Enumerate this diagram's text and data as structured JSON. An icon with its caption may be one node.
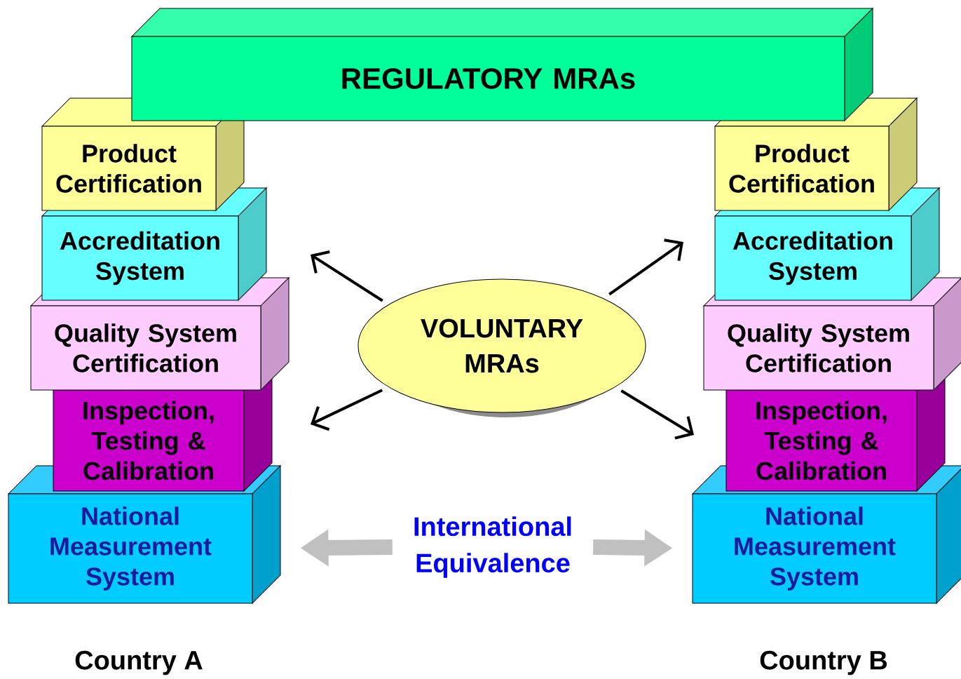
{
  "diagram": {
    "nodes": [
      {
        "text": [
          "REGULATORY MRAs"
        ]
      },
      {
        "text": [
          "Product Certification"
        ]
      },
      {
        "text": [
          "Accreditation System"
        ]
      },
      {
        "text": [
          "Quality System Certification"
        ]
      },
      {
        "text": [
          "Inspection, Testing & Calibration"
        ]
      },
      {
        "text": [
          "National Measurement System"
        ]
      },
      {
        "text": [
          "Product Certification"
        ]
      },
      {
        "text": [
          "Accreditation System"
        ]
      },
      {
        "text": [
          "Quality System Certification"
        ]
      },
      {
        "text": [
          "Inspection, Testing & Calibration"
        ]
      },
      {
        "text": [
          "National Measurement System"
        ]
      },
      {
        "text": [
          "VOLUNTARY MRAs"
        ]
      },
      {
        "text": [
          "International Equivalence"
        ]
      }
    ],
    "edges": [
      {
        "from": 11,
        "to": null,
        "arrow": "to"
      },
      {
        "from": 11,
        "to": null,
        "arrow": "to"
      },
      {
        "from": 11,
        "to": null,
        "arrow": "to"
      },
      {
        "from": 11,
        "to": null,
        "arrow": "to"
      },
      {
        "from": 12,
        "to": 5,
        "arrow": "to",
        "style": "thick",
        "color": "#c0c0c0"
      },
      {
        "from": 12,
        "to": 10,
        "arrow": "to",
        "style": "thick",
        "color": "#c0c0c0"
      }
    ],
    "labels": [
      "Country A",
      "Country B"
    ]
  }
}
